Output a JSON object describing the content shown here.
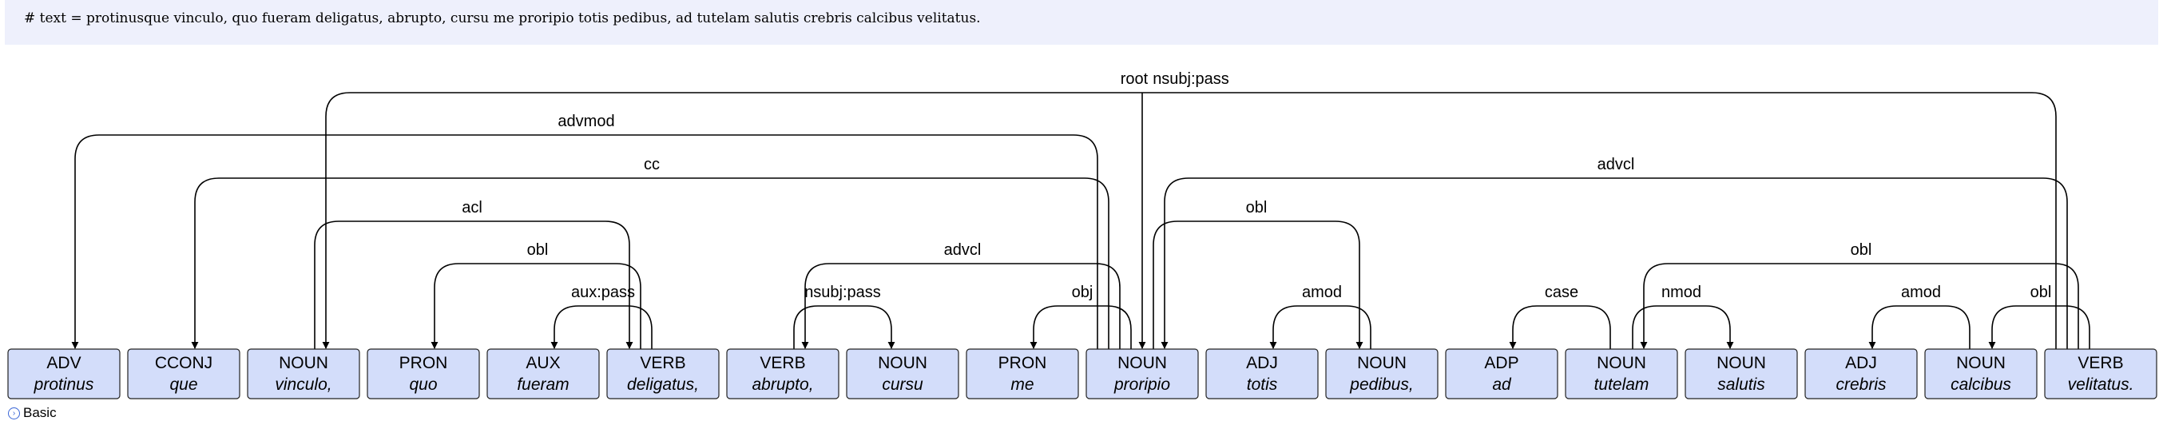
{
  "text_line": "# text = protinusque vinculo, quo fueram deligatus, abrupto, cursu me proripio totis pedibus, ad tutelam salutis crebris calcibus velitatus.",
  "tokens": [
    {
      "pos": "ADV",
      "form": "protinus"
    },
    {
      "pos": "CCONJ",
      "form": "que"
    },
    {
      "pos": "NOUN",
      "form": "vinculo,"
    },
    {
      "pos": "PRON",
      "form": "quo"
    },
    {
      "pos": "AUX",
      "form": "fueram"
    },
    {
      "pos": "VERB",
      "form": "deligatus,"
    },
    {
      "pos": "VERB",
      "form": "abrupto,"
    },
    {
      "pos": "NOUN",
      "form": "cursu"
    },
    {
      "pos": "PRON",
      "form": "me"
    },
    {
      "pos": "NOUN",
      "form": "proripio"
    },
    {
      "pos": "ADJ",
      "form": "totis"
    },
    {
      "pos": "NOUN",
      "form": "pedibus,"
    },
    {
      "pos": "ADP",
      "form": "ad"
    },
    {
      "pos": "NOUN",
      "form": "tutelam"
    },
    {
      "pos": "NOUN",
      "form": "salutis"
    },
    {
      "pos": "ADJ",
      "form": "crebris"
    },
    {
      "pos": "NOUN",
      "form": "calcibus"
    },
    {
      "pos": "VERB",
      "form": "velitatus."
    }
  ],
  "root": {
    "label": "root",
    "target": 9
  },
  "arcs": [
    {
      "head": 17,
      "dep": 2,
      "label": "nsubj:pass",
      "level": 1
    },
    {
      "head": 9,
      "dep": 0,
      "label": "advmod",
      "level": 2
    },
    {
      "head": 9,
      "dep": 1,
      "label": "cc",
      "level": 3
    },
    {
      "head": 17,
      "dep": 9,
      "label": "advcl",
      "level": 3
    },
    {
      "head": 2,
      "dep": 5,
      "label": "acl",
      "level": 4
    },
    {
      "head": 9,
      "dep": 11,
      "label": "obl",
      "level": 4
    },
    {
      "head": 5,
      "dep": 3,
      "label": "obl",
      "level": 5
    },
    {
      "head": 9,
      "dep": 6,
      "label": "advcl",
      "level": 5
    },
    {
      "head": 17,
      "dep": 13,
      "label": "obl",
      "level": 5
    },
    {
      "head": 5,
      "dep": 4,
      "label": "aux:pass",
      "level": 6
    },
    {
      "head": 6,
      "dep": 7,
      "label": "nsubj:pass",
      "level": 6
    },
    {
      "head": 9,
      "dep": 8,
      "label": "obj",
      "level": 6
    },
    {
      "head": 11,
      "dep": 10,
      "label": "amod",
      "level": 6
    },
    {
      "head": 13,
      "dep": 12,
      "label": "case",
      "level": 6
    },
    {
      "head": 13,
      "dep": 14,
      "label": "nmod",
      "level": 6
    },
    {
      "head": 16,
      "dep": 15,
      "label": "amod",
      "level": 6
    },
    {
      "head": 17,
      "dep": 16,
      "label": "obl",
      "level": 6
    }
  ],
  "footer_label": "Basic"
}
